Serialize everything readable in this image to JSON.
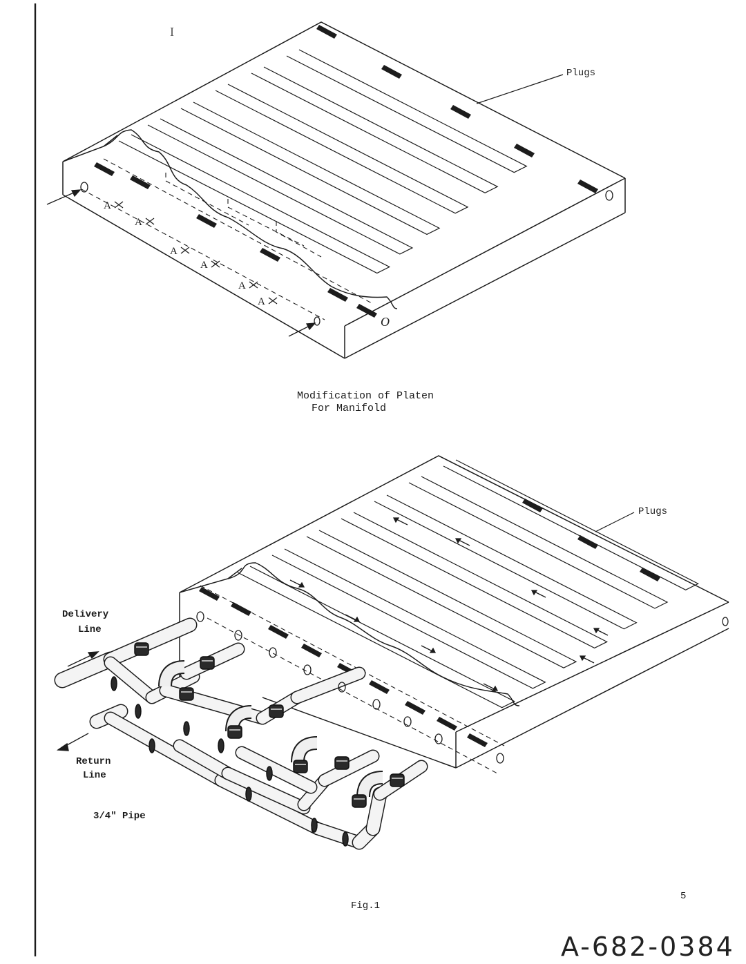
{
  "figure": {
    "top_caption_line1": "Modification of Platen",
    "top_caption_line2": "For Manifold",
    "top_plugs_label": "Plugs",
    "bottom_plugs_label": "Plugs",
    "delivery_line1": "Delivery",
    "delivery_line2": "Line",
    "return_line1": "Return",
    "return_line2": "Line",
    "pipe_label": "3/4\" Pipe",
    "fig_label": "Fig.1",
    "page_number": "5",
    "document_code": "A-682-0384",
    "point_marker": "A",
    "outlet_marker": "O",
    "page_mark": "I"
  }
}
